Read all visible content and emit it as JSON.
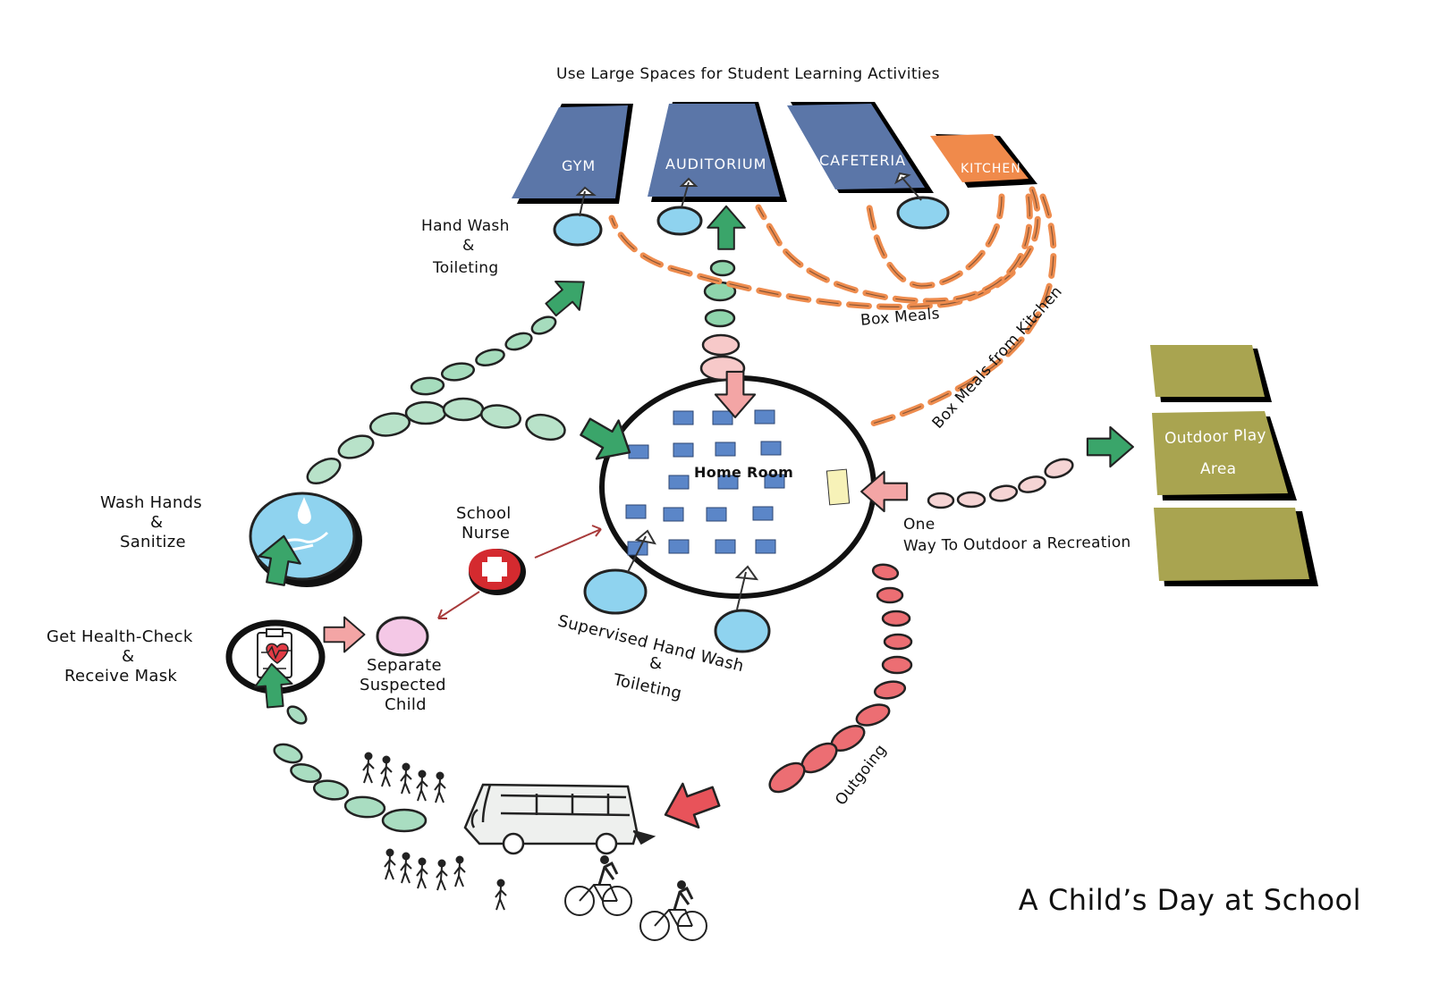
{
  "title": "A Child’s Day at School",
  "header_note": "Use Large Spaces for Student Learning Activities",
  "rooms": {
    "gym": "GYM",
    "auditorium": "AUDITORIUM",
    "cafeteria": "CAFETERIA",
    "kitchen": "KITCHEN"
  },
  "labels": {
    "hand_wash_1": "Hand Wash",
    "hand_wash_2": "&",
    "hand_wash_3": "Toileting",
    "box_meals": "Box Meals",
    "box_meals_kitchen": "Box Meals from Kitchen",
    "home_room": "Home Room",
    "outdoor_1": "Outdoor  Play",
    "outdoor_2": "Area",
    "one_way_1": "One",
    "one_way_2": "Way To Outdoor a Recreation",
    "wash_hands_1": "Wash Hands",
    "wash_hands_2": "&",
    "wash_hands_3": "Sanitize",
    "school_nurse_1": "School",
    "school_nurse_2": "Nurse",
    "health_check_1": "Get Health-Check",
    "health_check_2": "&",
    "health_check_3": "Receive Mask",
    "separate_1": "Separate",
    "separate_2": "Suspected",
    "separate_3": "Child",
    "supervised_1": "Supervised Hand Wash",
    "supervised_2": "&",
    "supervised_3": "Toileting",
    "outgoing": "Outgoing"
  },
  "colors": {
    "room_blue": "#5b76a8",
    "kitchen_orange": "#f08a4b",
    "outdoor_olive": "#a9a450",
    "green_arrow": "#3aa56a",
    "pink_arrow": "#f3a5a5",
    "red_arrow": "#e8535a",
    "orange_dash": "#ee8c4e",
    "water_blue": "#8fd3ef",
    "desk_blue": "#5b86c8"
  },
  "icons": [
    "water-drop-hand-icon",
    "first-aid-cross-icon",
    "clipboard-heart-icon",
    "bus-icon",
    "bicycle-icon",
    "pedestrian-icon"
  ]
}
